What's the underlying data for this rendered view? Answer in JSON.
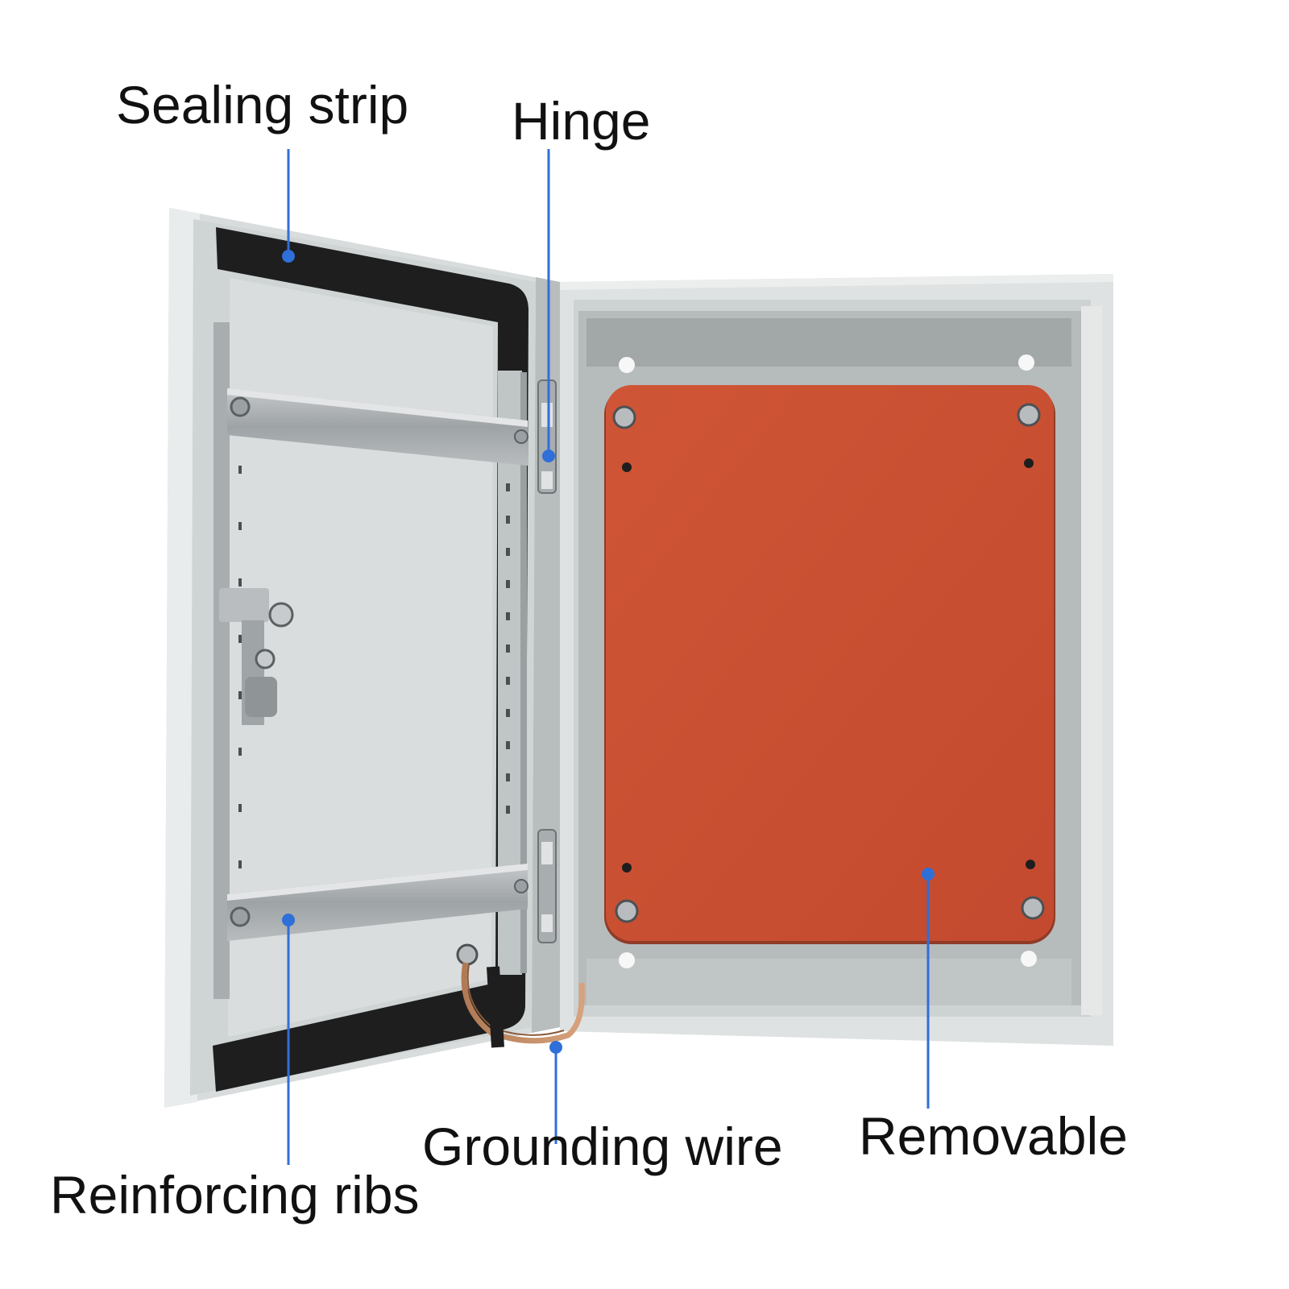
{
  "callouts": {
    "sealing_strip": "Sealing strip",
    "hinge": "Hinge",
    "reinforcing_ribs": "Reinforcing ribs",
    "grounding_wire": "Grounding wire",
    "removable": "Removable"
  },
  "colors": {
    "background": "#ffffff",
    "enclosure": "#dde1e1",
    "enclosure_inner": "#c8cdcd",
    "mounting_plate": "#c95033",
    "gasket": "#1d1d1d",
    "din_rail": "#a9adaf",
    "leader_line": "#2f6fd8",
    "text": "#111111"
  }
}
